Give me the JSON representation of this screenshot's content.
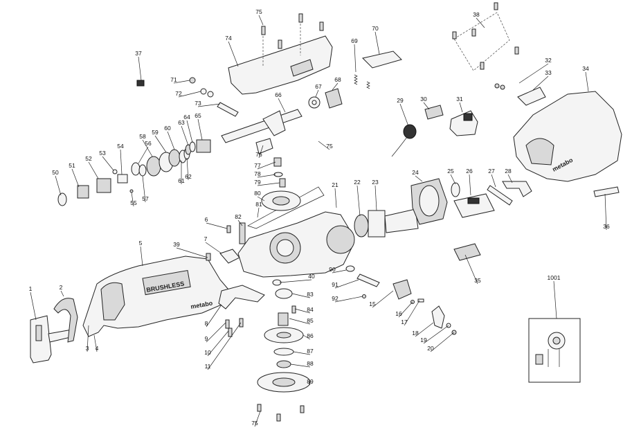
{
  "labels": [
    {
      "text": "1"
    },
    {
      "text": "2"
    },
    {
      "text": "3"
    },
    {
      "text": "4"
    },
    {
      "text": "5"
    },
    {
      "text": "6"
    },
    {
      "text": "7"
    },
    {
      "text": "8"
    },
    {
      "text": "9"
    },
    {
      "text": "10"
    },
    {
      "text": "11"
    },
    {
      "text": "15"
    },
    {
      "text": "16"
    },
    {
      "text": "17"
    },
    {
      "text": "18"
    },
    {
      "text": "19"
    },
    {
      "text": "20"
    },
    {
      "text": "21"
    },
    {
      "text": "22"
    },
    {
      "text": "23"
    },
    {
      "text": "24"
    },
    {
      "text": "25"
    },
    {
      "text": "26"
    },
    {
      "text": "27"
    },
    {
      "text": "28"
    },
    {
      "text": "29"
    },
    {
      "text": "30"
    },
    {
      "text": "31"
    },
    {
      "text": "32"
    },
    {
      "text": "33"
    },
    {
      "text": "34"
    },
    {
      "text": "35"
    },
    {
      "text": "36"
    },
    {
      "text": "37"
    },
    {
      "text": "38"
    },
    {
      "text": "39"
    },
    {
      "text": "40"
    },
    {
      "text": "50"
    },
    {
      "text": "51"
    },
    {
      "text": "52"
    },
    {
      "text": "53"
    },
    {
      "text": "54"
    },
    {
      "text": "55"
    },
    {
      "text": "56"
    },
    {
      "text": "57"
    },
    {
      "text": "58"
    },
    {
      "text": "59"
    },
    {
      "text": "60"
    },
    {
      "text": "61"
    },
    {
      "text": "62"
    },
    {
      "text": "63"
    },
    {
      "text": "64"
    },
    {
      "text": "65"
    },
    {
      "text": "66"
    },
    {
      "text": "67"
    },
    {
      "text": "68"
    },
    {
      "text": "69"
    },
    {
      "text": "70"
    },
    {
      "text": "71"
    },
    {
      "text": "72"
    },
    {
      "text": "73"
    },
    {
      "text": "74"
    },
    {
      "text": "75"
    },
    {
      "text": "75"
    },
    {
      "text": "75"
    },
    {
      "text": "76"
    },
    {
      "text": "77"
    },
    {
      "text": "78"
    },
    {
      "text": "79"
    },
    {
      "text": "80"
    },
    {
      "text": "81"
    },
    {
      "text": "82"
    },
    {
      "text": "83"
    },
    {
      "text": "84"
    },
    {
      "text": "85"
    },
    {
      "text": "86"
    },
    {
      "text": "87"
    },
    {
      "text": "88"
    },
    {
      "text": "89"
    },
    {
      "text": "90"
    },
    {
      "text": "91"
    },
    {
      "text": "92"
    },
    {
      "text": "1001"
    }
  ],
  "housing_text": {
    "brushless": "BRUSHLESS",
    "brand_left": "metabo",
    "brand_right": "metabo"
  }
}
